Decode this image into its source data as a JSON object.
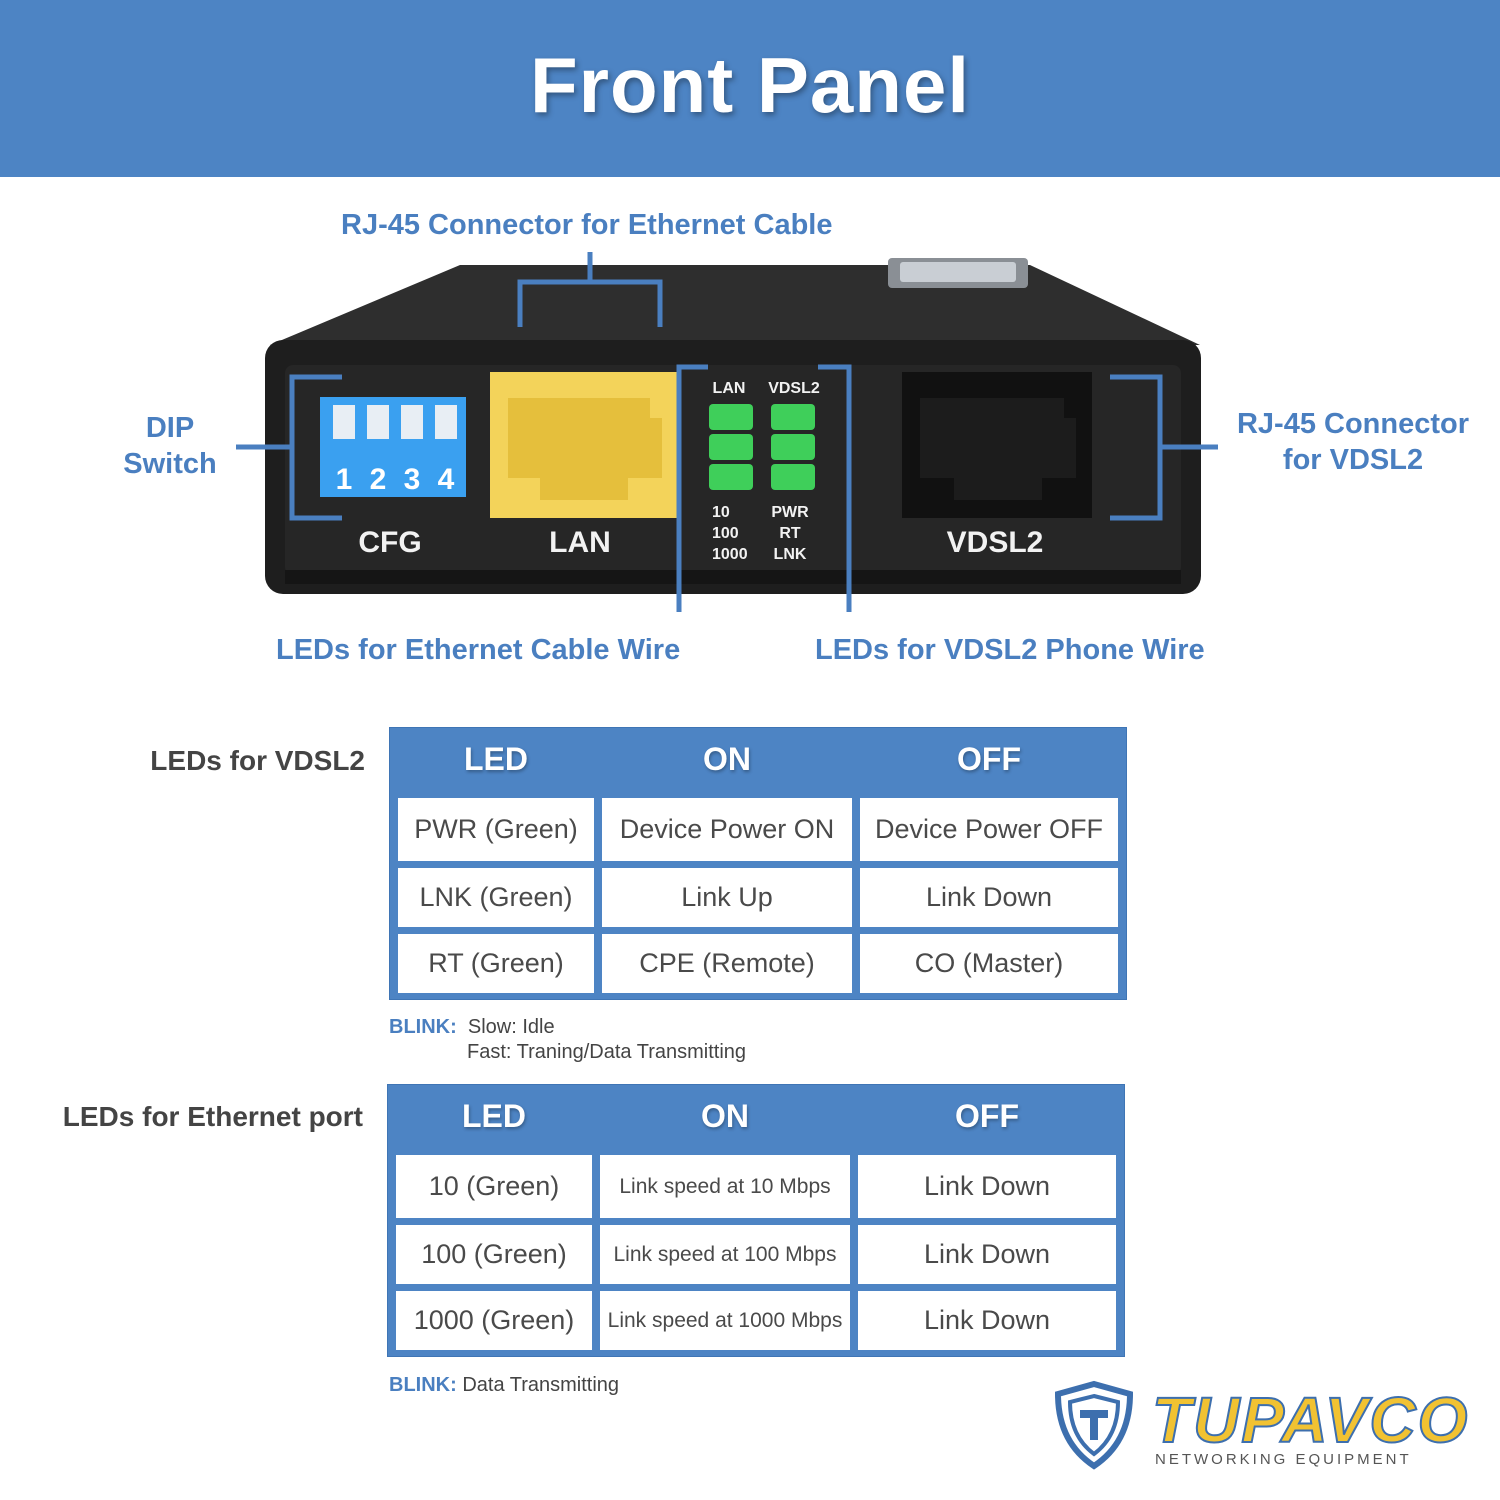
{
  "header": {
    "title": "Front Panel"
  },
  "callouts": {
    "rj45_ethernet": "RJ-45 Connector for Ethernet Cable",
    "dip_line1": "DIP",
    "dip_line2": "Switch",
    "rj45_vdsl2_line1": "RJ-45 Connector",
    "rj45_vdsl2_line2": "for VDSL2",
    "leds_ethernet": "LEDs for Ethernet Cable Wire",
    "leds_vdsl2": "LEDs for VDSL2 Phone Wire"
  },
  "device": {
    "dip_numbers": [
      "1",
      "2",
      "3",
      "4"
    ],
    "cfg_label": "CFG",
    "lan_label": "LAN",
    "vdsl2_label": "VDSL2",
    "led_col_lan": "LAN",
    "led_col_vdsl2": "VDSL2",
    "led_lan_labels": [
      "10",
      "100",
      "1000"
    ],
    "led_vdsl2_labels": [
      "PWR",
      "RT",
      "LNK"
    ]
  },
  "vdsl2_table": {
    "label": "LEDs for VDSL2",
    "headers": [
      "LED",
      "ON",
      "OFF"
    ],
    "rows": [
      [
        "PWR (Green)",
        "Device Power ON",
        "Device Power OFF"
      ],
      [
        "LNK (Green)",
        "Link Up",
        "Link Down"
      ],
      [
        "RT (Green)",
        "CPE (Remote)",
        "CO (Master)"
      ]
    ],
    "blink_key": "BLINK:",
    "blink_line1": "Slow: Idle",
    "blink_line2": "Fast: Traning/Data Transmitting"
  },
  "ethernet_table": {
    "label": "LEDs for Ethernet port",
    "headers": [
      "LED",
      "ON",
      "OFF"
    ],
    "rows": [
      [
        "10 (Green)",
        "Link speed at 10 Mbps",
        "Link Down"
      ],
      [
        "100 (Green)",
        "Link speed at 100 Mbps",
        "Link Down"
      ],
      [
        "1000 (Green)",
        "Link speed at 1000 Mbps",
        "Link Down"
      ]
    ],
    "blink_key": "BLINK:",
    "blink_line1": "Data Transmitting"
  },
  "brand": {
    "name": "TUPAVCO",
    "tagline": "NETWORKING EQUIPMENT"
  },
  "colors": {
    "accent_blue": "#4d84c4",
    "callout_blue": "#4a7fc0",
    "brand_gold": "#f1c232",
    "led_green": "#3fcf5a",
    "lan_yellow": "#f3d35a",
    "dip_blue": "#3aa0f0"
  }
}
